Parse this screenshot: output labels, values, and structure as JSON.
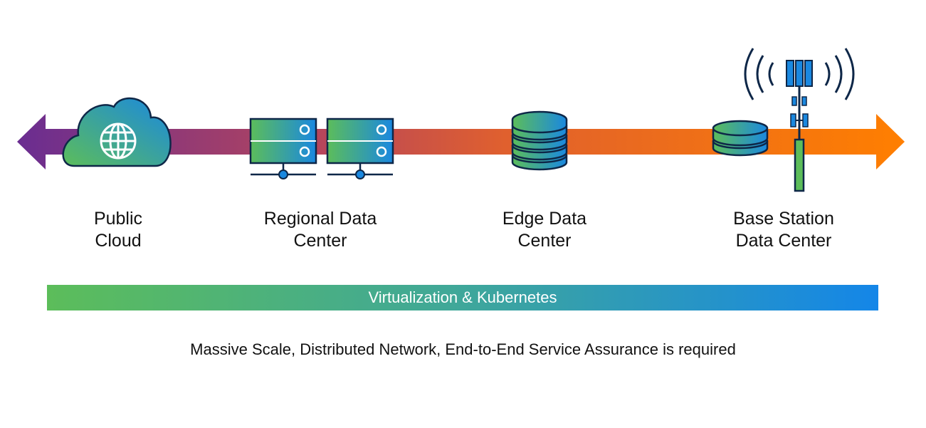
{
  "nodes": [
    {
      "id": "public-cloud",
      "line1": "Public",
      "line2": "Cloud"
    },
    {
      "id": "regional-data-center",
      "line1": "Regional Data",
      "line2": "Center"
    },
    {
      "id": "edge-data-center",
      "line1": "Edge Data",
      "line2": "Center"
    },
    {
      "id": "base-station-data-center",
      "line1": "Base Station",
      "line2": "Data Center"
    }
  ],
  "platform_bar": {
    "label": "Virtualization & Kubernetes"
  },
  "footnote": "Massive Scale, Distributed Network, End-to-End Service Assurance is required",
  "colors": {
    "arrow_left": "#6a2d91",
    "arrow_right": "#ff7f00",
    "icon_green": "#5cbd5a",
    "icon_blue": "#1a88e0",
    "icon_outline": "#0e2748"
  },
  "icons": [
    "cloud-globe-icon",
    "server-rack-icon",
    "database-icon",
    "cell-tower-icon"
  ]
}
